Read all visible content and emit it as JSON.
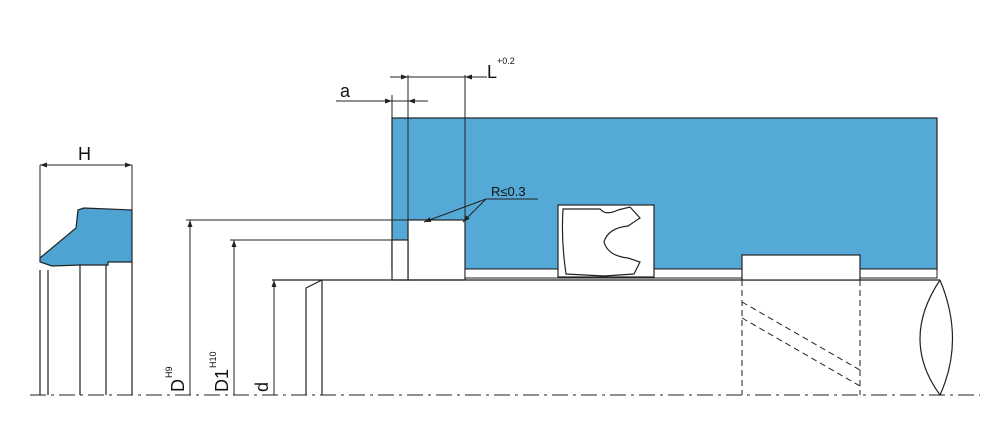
{
  "labels": {
    "height": "H",
    "groove_length": "L",
    "groove_length_tol": "+0.2",
    "chamfer": "a",
    "radius_note": "R≤0.3",
    "bore_diameter": "D",
    "bore_tol": "H9",
    "groove_diameter": "D1",
    "groove_tol": "H10",
    "rod_diameter": "d"
  },
  "colors": {
    "housing_fill": "#55A9D6",
    "seal_fill": "#4FA3D2",
    "line": "#222222"
  }
}
